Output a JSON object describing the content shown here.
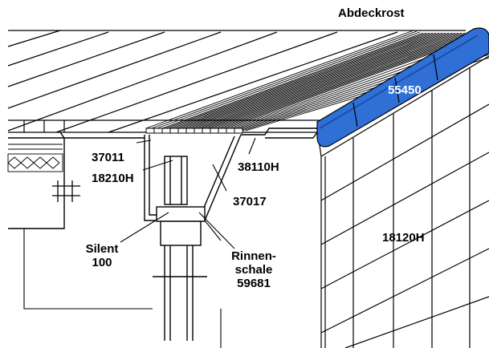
{
  "labels": {
    "abdeckrost": "Abdeckrost",
    "part_55450": "55450",
    "part_37011": "37011",
    "part_18210h": "18210H",
    "part_38110h": "38110H",
    "part_37017": "37017",
    "part_18120h": "18120H",
    "silent_line1": "Silent",
    "silent_line2": "100",
    "rinnen_line1": "Rinnen-",
    "rinnen_line2": "schale",
    "rinnen_line3": "59681"
  },
  "colors": {
    "edge_tile": "#2f6fd6",
    "edge_tile_dark": "#1d4fa8",
    "line": "#000000",
    "background": "#ffffff"
  }
}
